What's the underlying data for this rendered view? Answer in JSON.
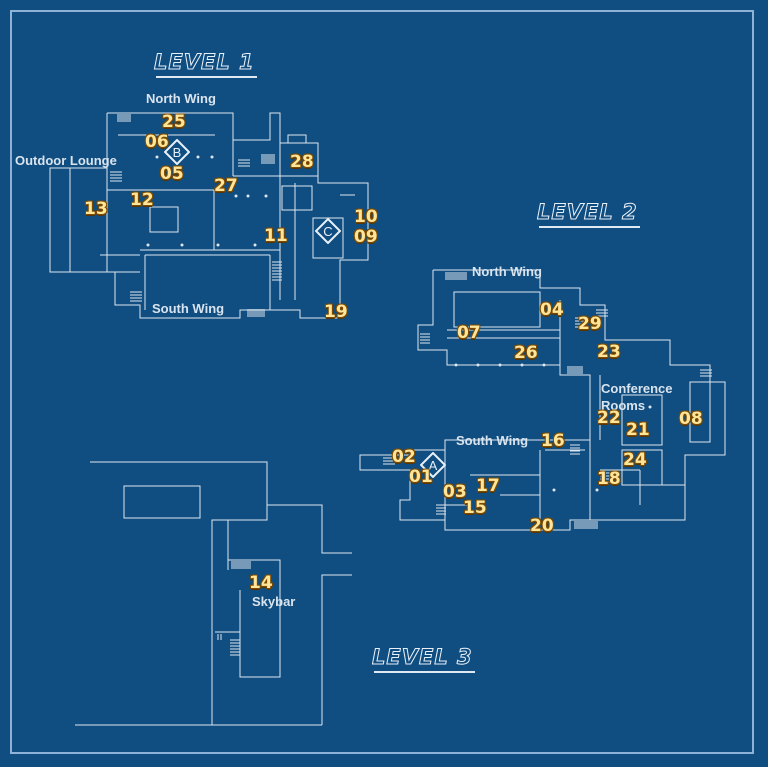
{
  "levels": {
    "l1": "LEVEL 1",
    "l2": "LEVEL 2",
    "l3": "LEVEL 3"
  },
  "areas": {
    "north_wing_1": "North Wing",
    "outdoor_lounge": "Outdoor Lounge",
    "south_wing_1": "South Wing",
    "north_wing_2": "North Wing",
    "conference_rooms": "Conference\nRooms",
    "south_wing_2": "South Wing",
    "skybar": "Skybar"
  },
  "rooms": {
    "r25": "25",
    "r06": "06",
    "r05": "05",
    "r28": "28",
    "r27": "27",
    "r12": "12",
    "r13": "13",
    "r10": "10",
    "r09": "09",
    "r11": "11",
    "r19": "19",
    "r04": "04",
    "r07": "07",
    "r29": "29",
    "r26": "26",
    "r23": "23",
    "r22": "22",
    "r21": "21",
    "r08": "08",
    "r16": "16",
    "r02": "02",
    "r01": "01",
    "r24": "24",
    "r18": "18",
    "r17": "17",
    "r03": "03",
    "r15": "15",
    "r20": "20",
    "r14": "14"
  },
  "markers": {
    "a": "A",
    "b": "B",
    "c": "C"
  },
  "colors": {
    "background": "#104d80",
    "walls": "#dbe6f0",
    "numbers": "#ffe59a"
  }
}
